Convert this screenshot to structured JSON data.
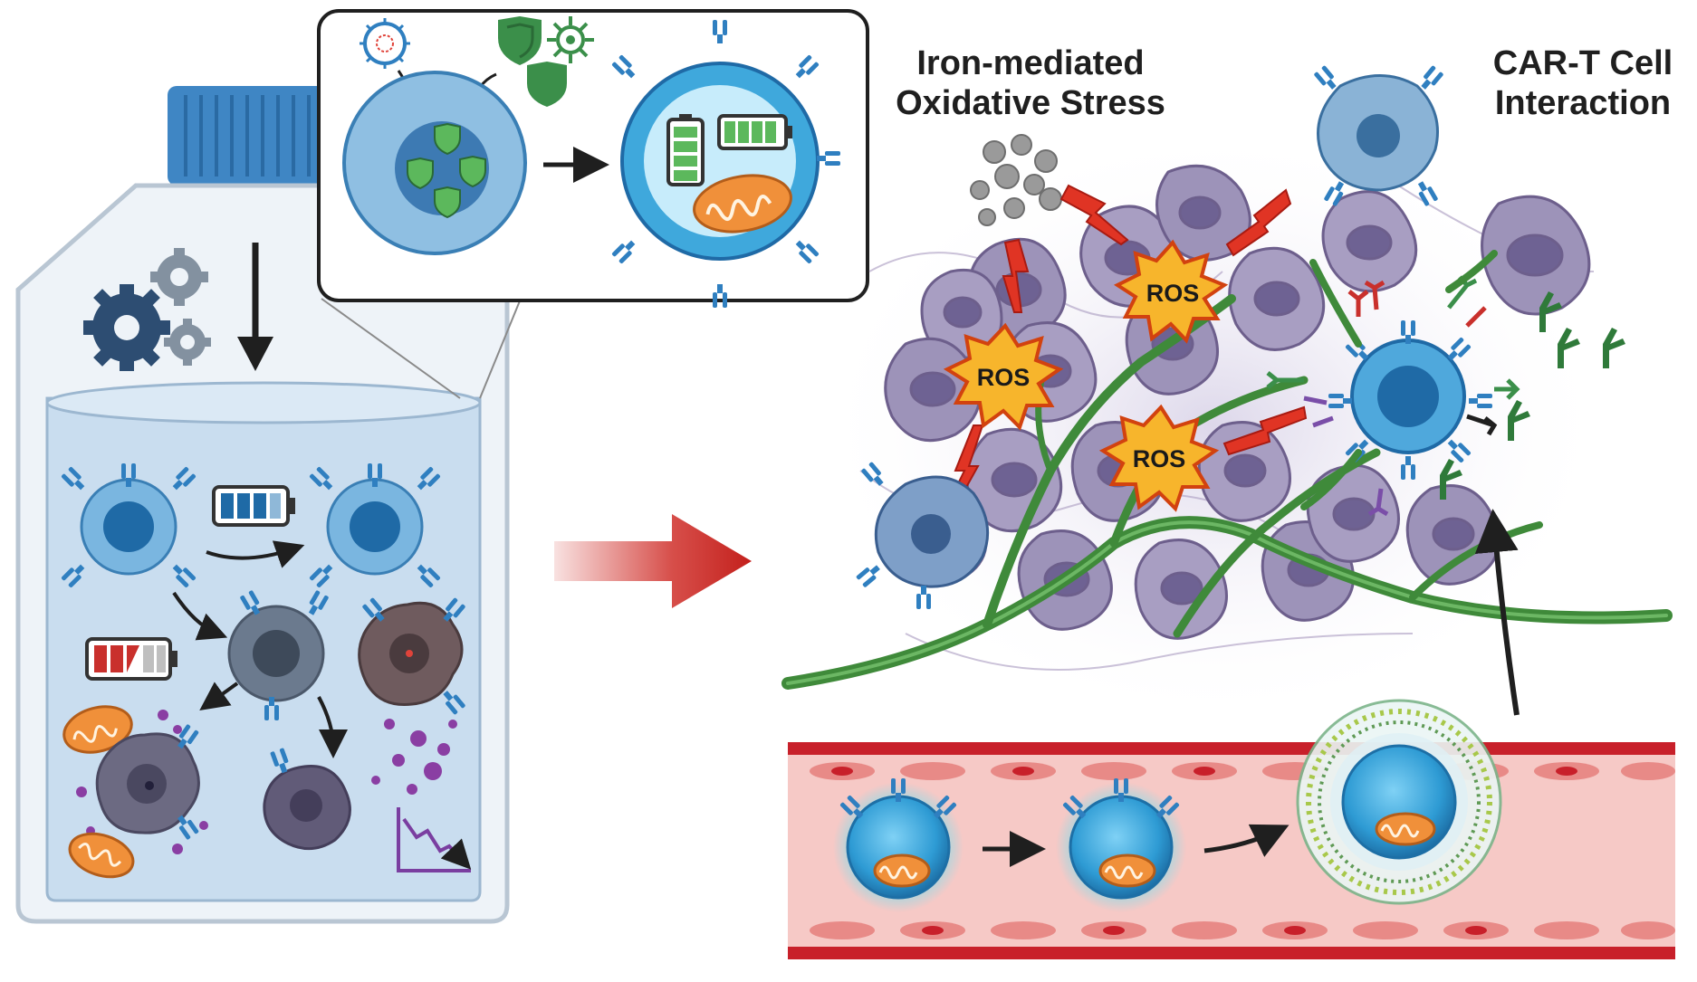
{
  "titles": {
    "oxidative_line1": "Iron-mediated",
    "oxidative_line2": "Oxidative Stress",
    "cart_line1": "CAR-T Cell",
    "cart_line2": "Interaction"
  },
  "ros_labels": [
    "ROS",
    "ROS",
    "ROS"
  ],
  "icons": {
    "gears": "gear-icon",
    "virus": "virus-icon",
    "shield": "shield-icon",
    "battery_full": "battery-full-icon",
    "battery_low": "battery-low-icon",
    "mitochondrion": "mitochondrion-icon",
    "decline_chart": "decline-chart-icon",
    "arrow": "arrow-icon"
  },
  "colors": {
    "tcell_blue": "#4d9bd1",
    "tcell_core": "#1f6aa6",
    "receptor_blue": "#2f7fc0",
    "shield_green": "#3b8f4a",
    "battery_green": "#5cb85c",
    "battery_red": "#c9302c",
    "mito_orange": "#f0903a",
    "tumor_purple": "#8c80a8",
    "ros_yellow": "#f7b52c",
    "lightning_red": "#e03424",
    "vessel_red": "#c8202a",
    "vessel_fill": "#f6c9c6",
    "fiber_green": "#3f8a3a",
    "arrow_red": "#d23a35"
  }
}
